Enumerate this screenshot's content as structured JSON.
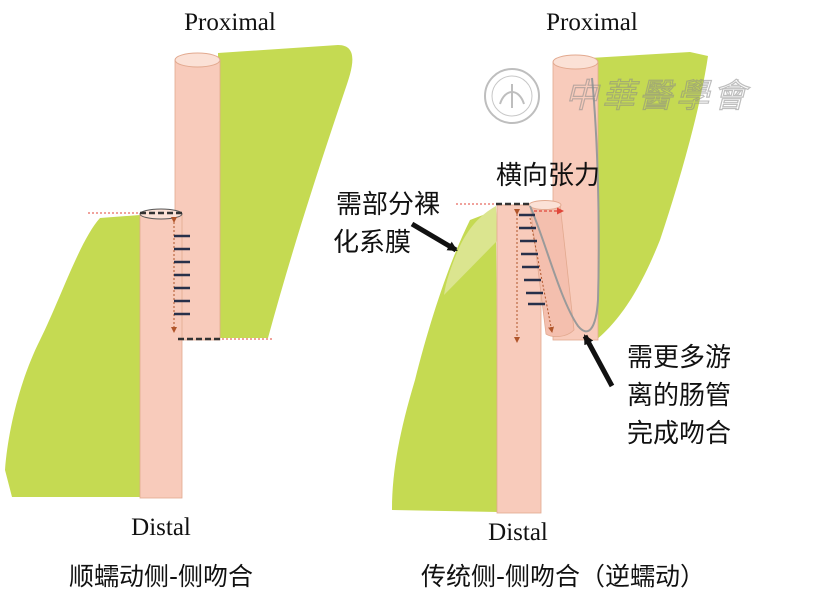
{
  "left_panel": {
    "proximal_label": "Proximal",
    "distal_label": "Distal",
    "caption": "顺蠕动侧-侧吻合"
  },
  "right_panel": {
    "proximal_label": "Proximal",
    "distal_label": "Distal",
    "caption": "传统侧-侧吻合（逆蠕动）",
    "annotation_tension": "横向张力",
    "annotation_mesentery_line1": "需部分裸",
    "annotation_mesentery_line2": "化系膜",
    "annotation_bowel_line1": "需更多游",
    "annotation_bowel_line2": "离的肠管",
    "annotation_bowel_line3": "完成吻合"
  },
  "watermark": {
    "text": "中華醫學會"
  },
  "colors": {
    "mesentery": "#c5da52",
    "mesentery_light": "#dbe58f",
    "bowel": "#f8cbbb",
    "bowel_stroke": "#e2a98f",
    "suture": "#27304a",
    "guide_red": "#e0463a",
    "arrow_brown": "#b0552a"
  }
}
